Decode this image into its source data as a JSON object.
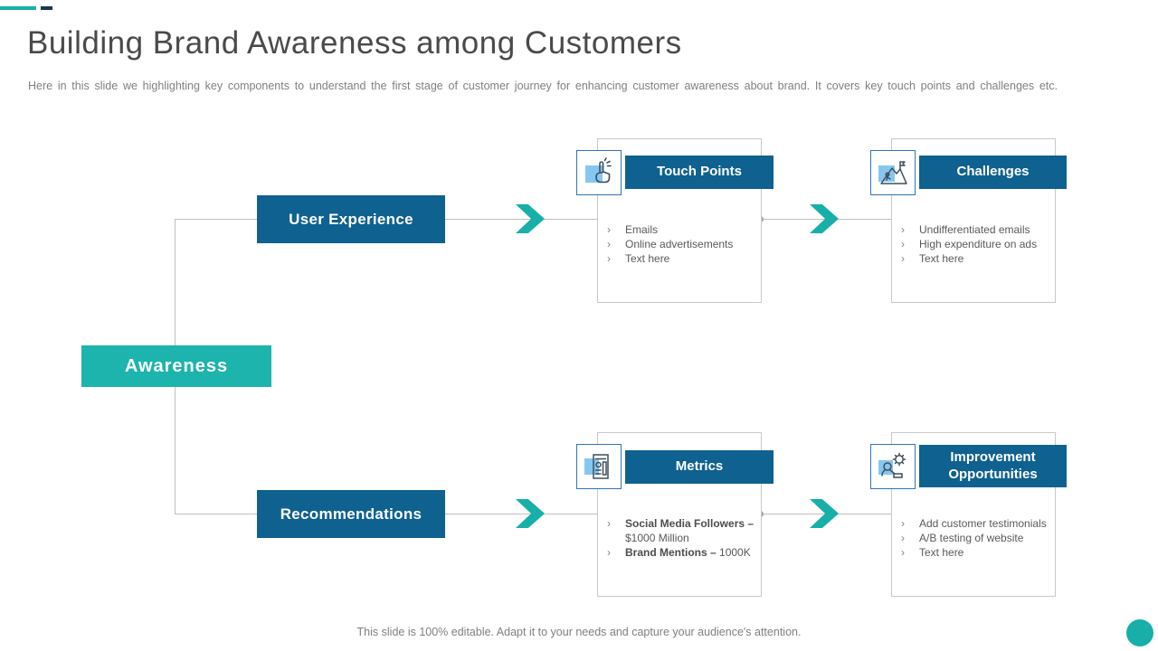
{
  "slide": {
    "title": "Building Brand Awareness among Customers",
    "subtitle": "Here in this slide we highlighting key components to understand the first stage of customer journey for enhancing customer awareness about brand. It covers key touch points and challenges etc.",
    "footer": "This slide is 100% editable. Adapt it to your needs and capture your audience's attention.",
    "bullet": "›"
  },
  "stages": {
    "awareness": "Awareness",
    "user_experience": "User Experience",
    "recommendations": "Recommendations"
  },
  "cards": {
    "touch_points": {
      "title": "Touch Points",
      "icon": "tap-hand-icon",
      "items": [
        "Emails",
        "Online advertisements",
        "Text here"
      ]
    },
    "challenges": {
      "title": "Challenges",
      "icon": "mountain-flag-icon",
      "items": [
        "Undifferentiated emails",
        "High expenditure on ads",
        "Text here"
      ]
    },
    "metrics": {
      "title": "Metrics",
      "icon": "dashboard-icon",
      "items": [
        {
          "bold": "Social Media Followers –",
          "normal": " $1000 Million"
        },
        {
          "bold": "Brand Mentions –",
          "normal": " 1000K"
        }
      ]
    },
    "improvement_opportunities": {
      "title": "Improvement Opportunities",
      "icon": "innovation-gear-icon",
      "items": [
        "Add customer testimonials",
        "A/B testing of website",
        "Text here"
      ]
    }
  },
  "colors": {
    "primary_blue": "#0F618F",
    "teal": "#1CB4AD",
    "arrow_teal": "#17AFA8",
    "icon_fill_blue": "#86C7F1",
    "card_border_gray": "#C8C8C8",
    "body_text_gray": "#595959"
  }
}
